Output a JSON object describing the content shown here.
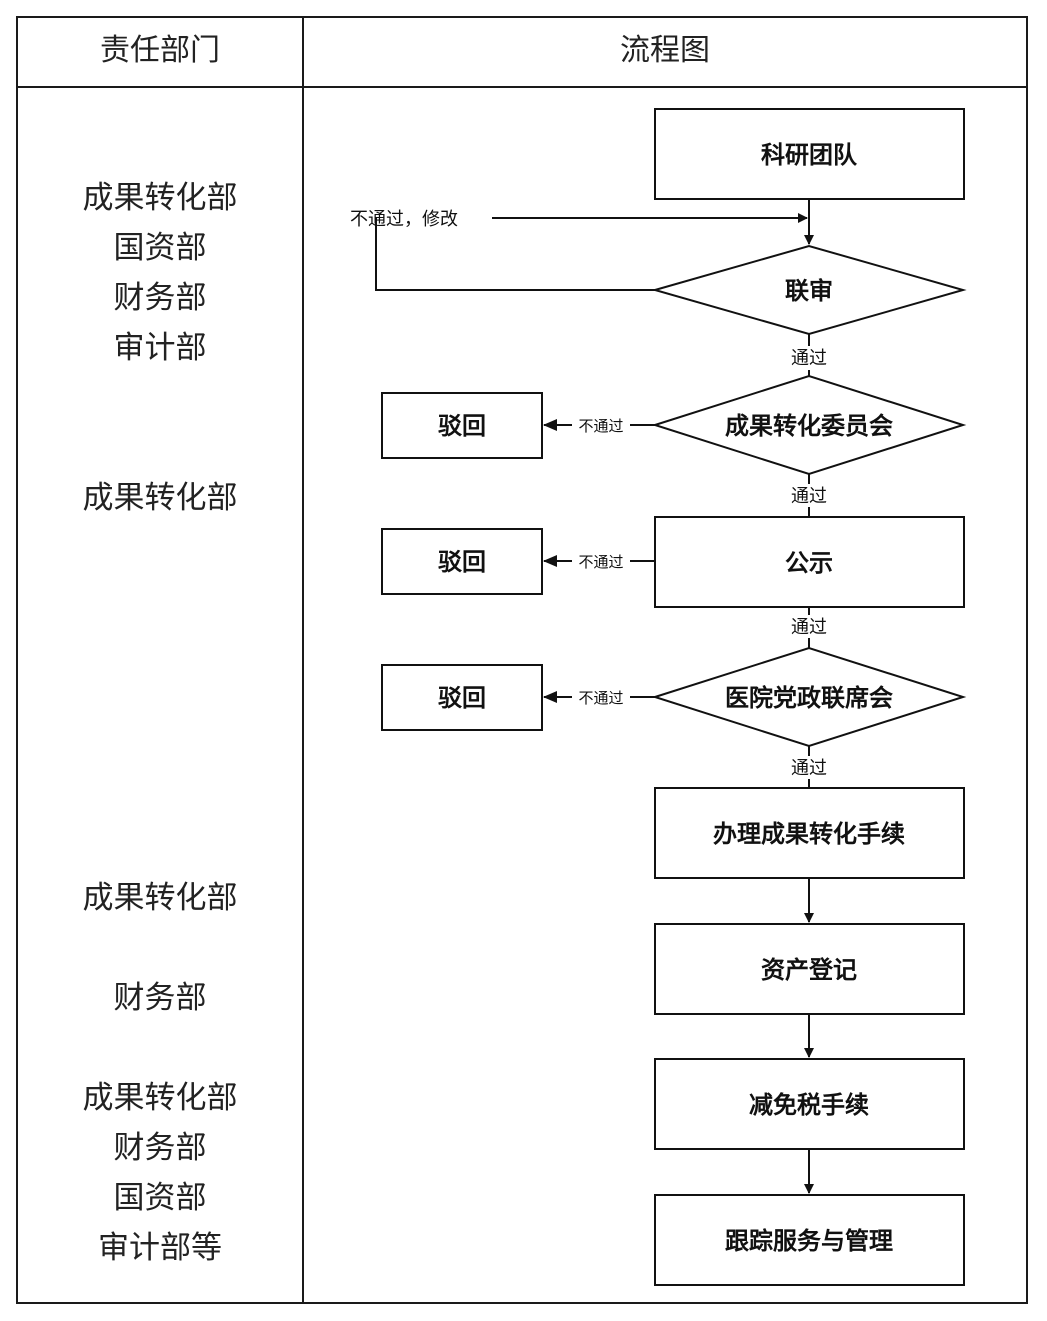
{
  "header": {
    "dept_title": "责任部门",
    "flow_title": "流程图"
  },
  "departments": {
    "group1": [
      "成果转化部",
      "国资部",
      "财务部",
      "审计部"
    ],
    "group2": [
      "成果转化部"
    ],
    "group3": [
      "成果转化部"
    ],
    "group4": [
      "财务部"
    ],
    "group5": [
      "成果转化部",
      "财务部",
      "国资部",
      "审计部等"
    ]
  },
  "flow": {
    "research_team": "科研团队",
    "joint_review": "联审",
    "fail_modify": "不通过，修改",
    "pass1": "通过",
    "committee": "成果转化委员会",
    "reject1": "驳回",
    "fail1": "不通过",
    "pass2": "通过",
    "publicity": "公示",
    "reject2": "驳回",
    "fail2": "不通过",
    "pass3": "通过",
    "joint_meeting": "医院党政联席会",
    "reject3": "驳回",
    "fail3": "不通过",
    "pass4": "通过",
    "procedures": "办理成果转化手续",
    "asset_registration": "资产登记",
    "tax_reduction": "减免税手续",
    "follow_up": "跟踪服务与管理"
  }
}
